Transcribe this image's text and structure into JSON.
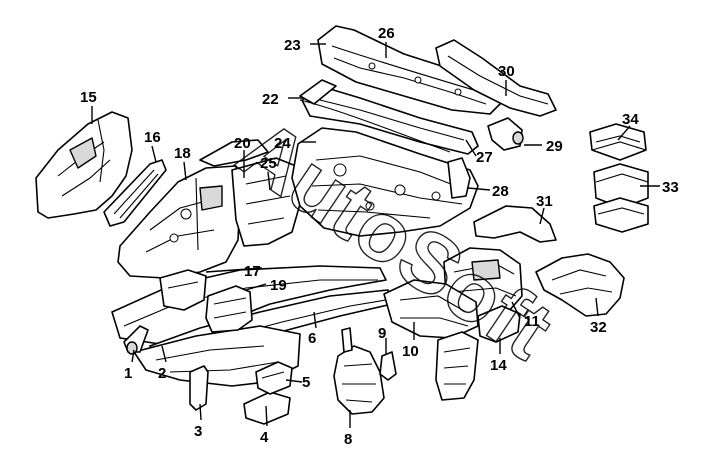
{
  "diagram": {
    "watermark": "AutoSoft",
    "callouts": [
      {
        "id": "1",
        "label": "1"
      },
      {
        "id": "2",
        "label": "2"
      },
      {
        "id": "3",
        "label": "3"
      },
      {
        "id": "4",
        "label": "4"
      },
      {
        "id": "5",
        "label": "5"
      },
      {
        "id": "6",
        "label": "6"
      },
      {
        "id": "8",
        "label": "8"
      },
      {
        "id": "9",
        "label": "9"
      },
      {
        "id": "10",
        "label": "10"
      },
      {
        "id": "11",
        "label": "11"
      },
      {
        "id": "14",
        "label": "14"
      },
      {
        "id": "15",
        "label": "15"
      },
      {
        "id": "16",
        "label": "16"
      },
      {
        "id": "17",
        "label": "17"
      },
      {
        "id": "18",
        "label": "18"
      },
      {
        "id": "19",
        "label": "19"
      },
      {
        "id": "20",
        "label": "20"
      },
      {
        "id": "22",
        "label": "22"
      },
      {
        "id": "23",
        "label": "23"
      },
      {
        "id": "24",
        "label": "24"
      },
      {
        "id": "25",
        "label": "25"
      },
      {
        "id": "26",
        "label": "26"
      },
      {
        "id": "27",
        "label": "27"
      },
      {
        "id": "28",
        "label": "28"
      },
      {
        "id": "29",
        "label": "29"
      },
      {
        "id": "30",
        "label": "30"
      },
      {
        "id": "31",
        "label": "31"
      },
      {
        "id": "32",
        "label": "32"
      },
      {
        "id": "33",
        "label": "33"
      },
      {
        "id": "34",
        "label": "34"
      }
    ]
  }
}
